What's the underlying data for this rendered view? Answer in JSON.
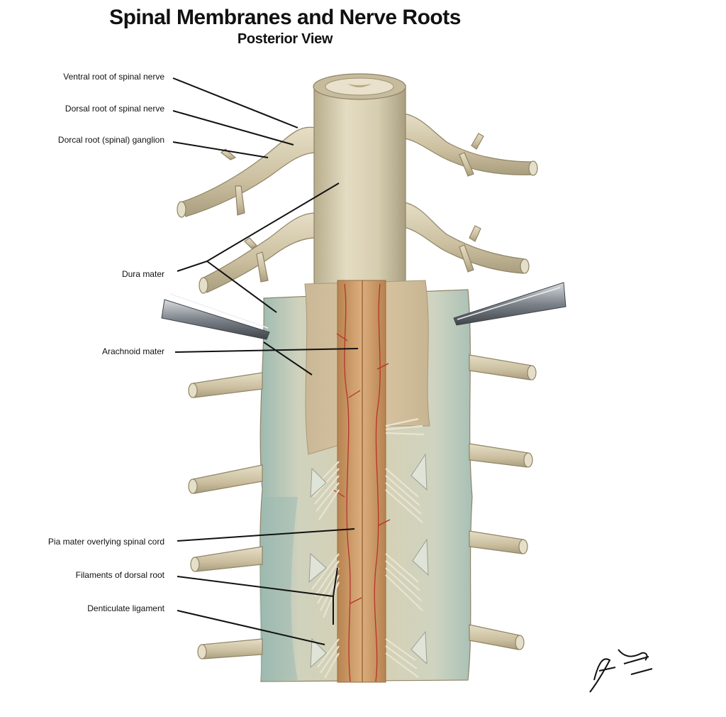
{
  "title": "Spinal Membranes and Nerve Roots",
  "subtitle": "Posterior View",
  "labels": {
    "ventral_root": "Ventral root of spinal nerve",
    "dorsal_root": "Dorsal root of spinal nerve",
    "ganglion": "Dorcal root (spinal) ganglion",
    "dura": "Dura mater",
    "arachnoid": "Arachnoid mater",
    "pia": "Pia mater overlying spinal cord",
    "filaments": "Filaments of dorsal root",
    "denticulate": "Denticulate ligament"
  },
  "colors": {
    "dura": "#d9d0b2",
    "dura_shadow": "#b8ad8c",
    "membrane_blue": "#9bb7ad",
    "cord": "#cf9f6e",
    "vessel": "#b8322b",
    "leader_line": "#111111",
    "forceps": "#8a8f96"
  },
  "signature": "F. Netter M.D."
}
